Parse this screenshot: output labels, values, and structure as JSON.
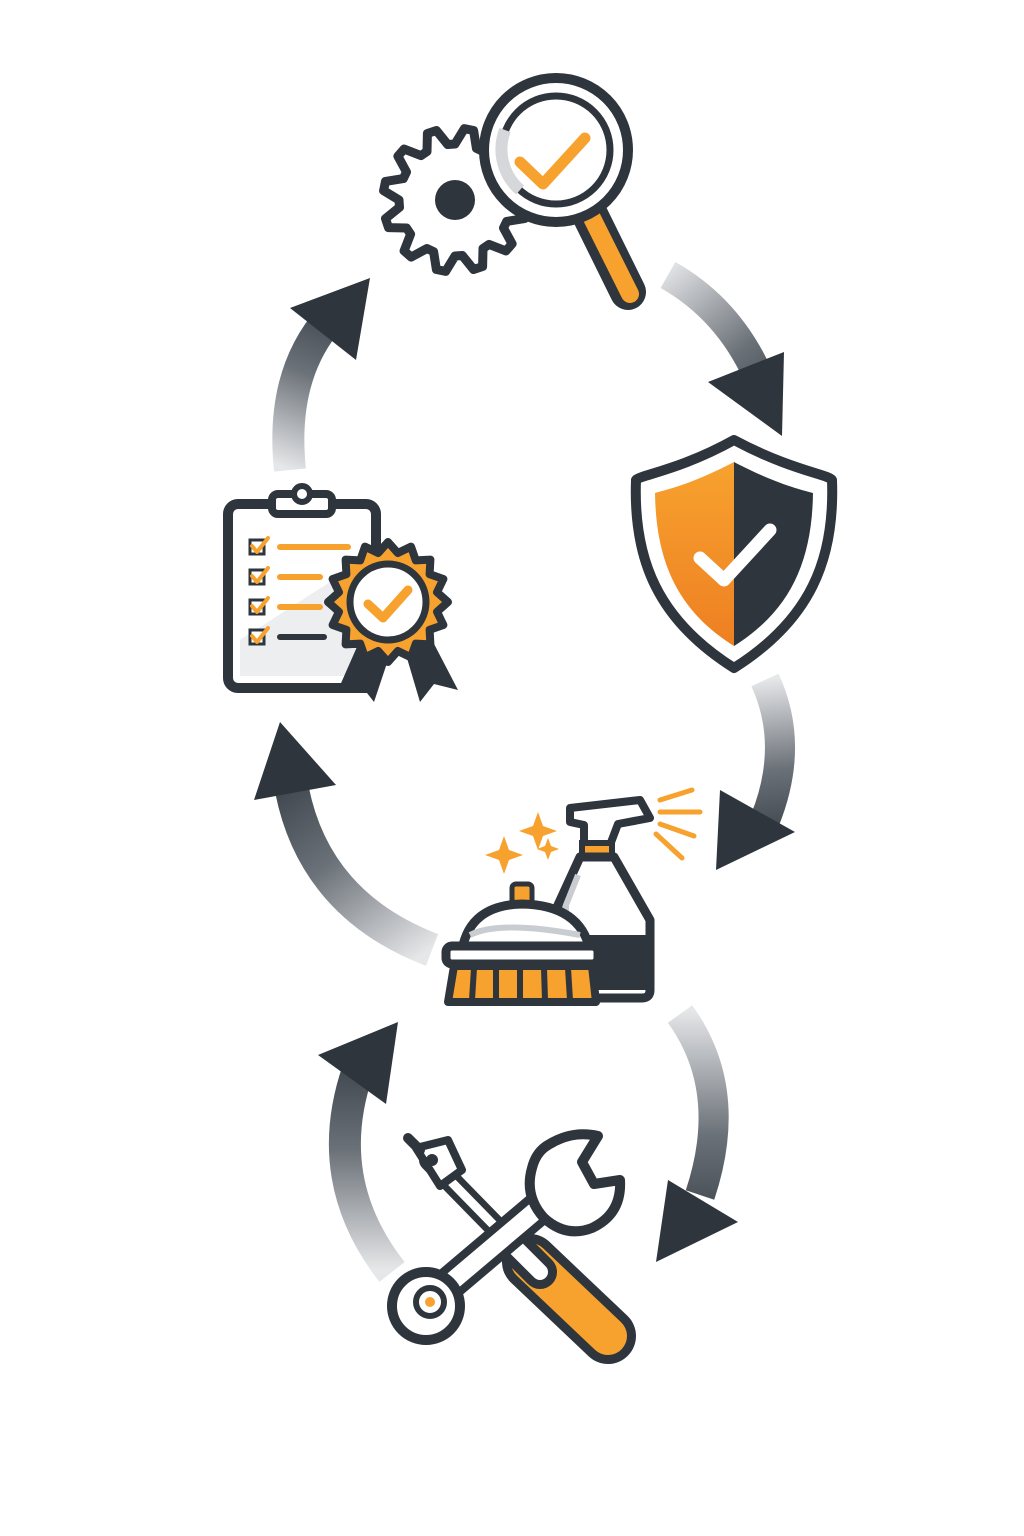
{
  "colors": {
    "dark": "#2e353c",
    "orange": "#f7a22e",
    "orange_deep": "#ee7f22",
    "light_gray": "#e3e4e6",
    "white": "#ffffff"
  },
  "diagram": {
    "type": "cycle",
    "steps": [
      {
        "id": "inspect",
        "icons": [
          "gear-icon",
          "magnifying-glass-icon",
          "checkmark-icon"
        ]
      },
      {
        "id": "protect",
        "icons": [
          "shield-icon",
          "checkmark-icon"
        ]
      },
      {
        "id": "clean",
        "icons": [
          "scrub-brush-icon",
          "spray-bottle-icon",
          "sparkle-icon"
        ]
      },
      {
        "id": "repair",
        "icons": [
          "wrench-icon",
          "screwdriver-icon"
        ]
      },
      {
        "id": "certify",
        "icons": [
          "clipboard-checklist-icon",
          "award-badge-icon",
          "checkmark-icon"
        ]
      }
    ],
    "arrows": [
      {
        "from": "inspect",
        "to": "protect"
      },
      {
        "from": "protect",
        "to": "clean"
      },
      {
        "from": "clean",
        "to": "repair"
      },
      {
        "from": "repair",
        "to": "clean"
      },
      {
        "from": "clean",
        "to": "certify"
      },
      {
        "from": "certify",
        "to": "inspect"
      }
    ]
  }
}
